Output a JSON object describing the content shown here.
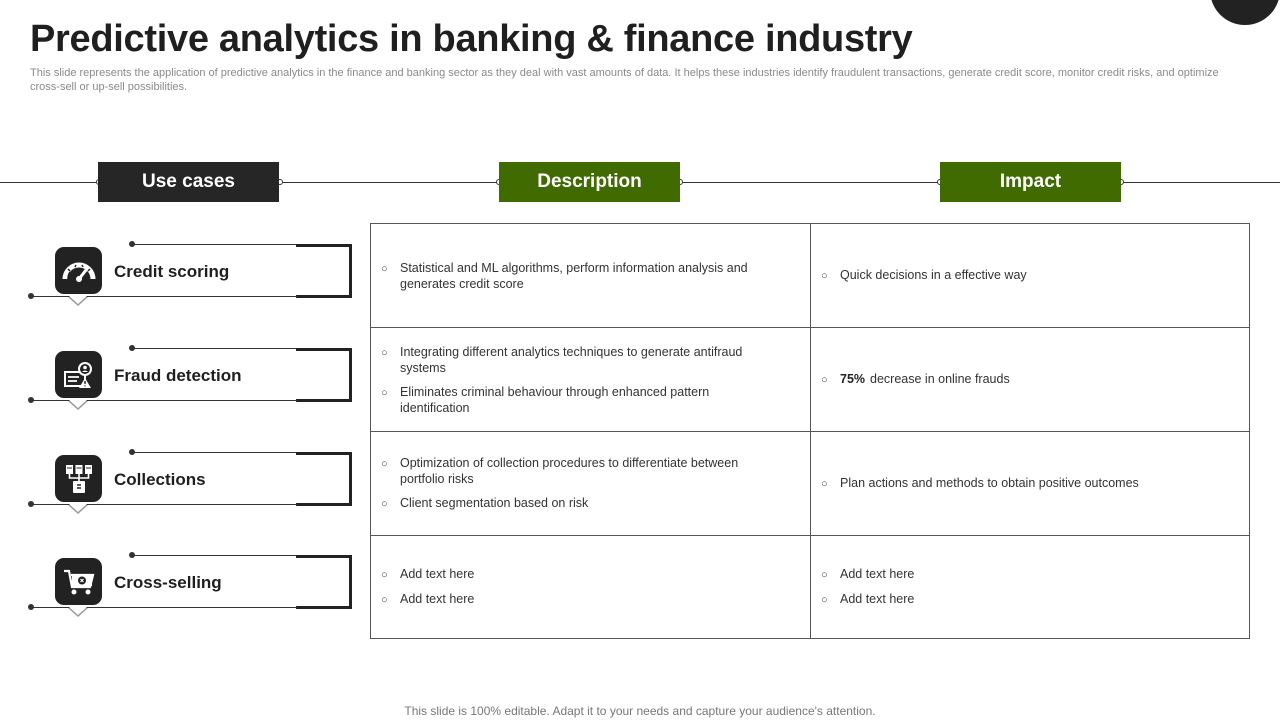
{
  "title": "Predictive analytics in banking & finance industry",
  "subtitle": "This slide represents the application of predictive analytics in the finance and banking sector as they deal with vast amounts of data. It helps these industries identify fraudulent transactions, generate credit score, monitor credit risks, and optimize cross-sell or up-sell possibilities.",
  "headers": {
    "use_cases": "Use cases",
    "description": "Description",
    "impact": "Impact"
  },
  "colors": {
    "dark": "#262626",
    "accent_green": "#3f6b00"
  },
  "rows": [
    {
      "use_case": "Credit scoring",
      "icon": "speedometer-icon",
      "description": [
        "Statistical and ML algorithms,  perform information  analysis and generates credit score"
      ],
      "impact": [
        {
          "bold": "",
          "text": "Quick decisions in a effective  way"
        }
      ]
    },
    {
      "use_case": "Fraud detection",
      "icon": "fraud-detection-icon",
      "description": [
        "Integrating different  analytics techniques to generate  antifraud systems",
        "Eliminates criminal behaviour  through  enhanced  pattern identification"
      ],
      "impact": [
        {
          "bold": "75%",
          "text": "decrease in online frauds"
        }
      ]
    },
    {
      "use_case": "Collections",
      "icon": "collections-icon",
      "description": [
        "Optimization of collection procedures  to differentiate  between portfolio  risks",
        "Client  segmentation  based on risk"
      ],
      "impact": [
        {
          "bold": "",
          "text": "Plan actions and methods to obtain positive  outcomes"
        }
      ]
    },
    {
      "use_case": "Cross-selling",
      "icon": "shopping-cart-icon",
      "description": [
        "Add text here",
        "Add text here"
      ],
      "impact": [
        {
          "bold": "",
          "text": "Add text here"
        },
        {
          "bold": "",
          "text": "Add text here"
        }
      ]
    }
  ],
  "footer": "This slide is 100% editable. Adapt it to your needs and capture your audience's attention."
}
